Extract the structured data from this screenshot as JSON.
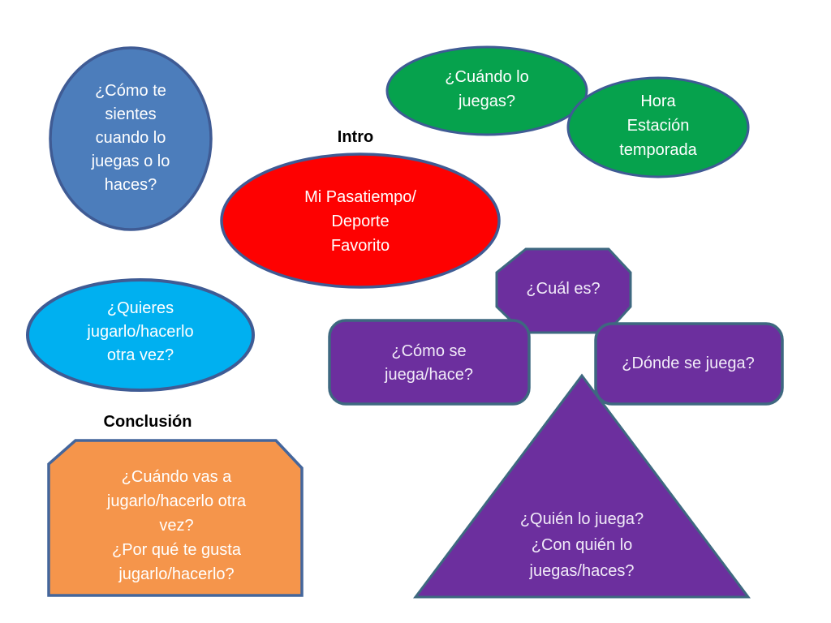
{
  "colors": {
    "background": "#FFFFFF",
    "blue_fill": "#4C7DBB",
    "red_fill": "#FE0101",
    "green_fill": "#06A24D",
    "cyan_fill": "#00B0F0",
    "orange_fill": "#F5954B",
    "purple_fill": "#6C2F9E",
    "ellipse_border": "#3F5B94",
    "orange_border": "#44669C",
    "purple_border": "#3E6880",
    "shape_text": "#FFFFFF",
    "purple_shape_text": "#F1EBF8",
    "label_text": "#000000"
  },
  "labels": {
    "intro": "Intro",
    "conclusion": "Conclusión"
  },
  "shapes": {
    "feelings": {
      "text": "¿Cómo te\nsientes\ncuando lo\njuegas o lo\nhaces?"
    },
    "topic": {
      "text": "Mi Pasatiempo/\nDeporte\nFavorito"
    },
    "when": {
      "text": "¿Cuándo lo\njuegas?"
    },
    "time": {
      "text": "Hora\nEstación\ntemporada"
    },
    "again": {
      "text": "¿Quieres\njugarlo/hacerlo\notra vez?"
    },
    "conclusion_box": {
      "text": "¿Cuándo vas a\njugarlo/hacerlo otra\nvez?\n¿Por qué te gusta\njugarlo/hacerlo?"
    },
    "which": {
      "text": "¿Cuál es?"
    },
    "how": {
      "text": "¿Cómo se\njuega/hace?"
    },
    "where": {
      "text": "¿Dónde se juega?"
    },
    "who": {
      "text": "¿Quién lo juega?\n¿Con quién lo\njuegas/haces?"
    }
  }
}
